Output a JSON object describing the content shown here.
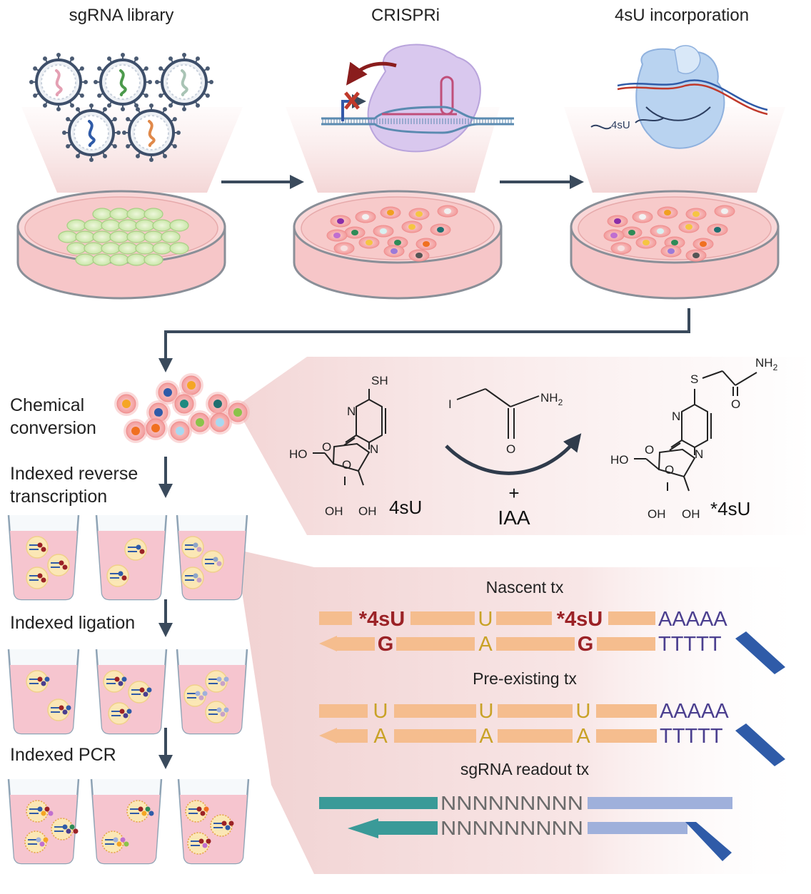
{
  "steps": {
    "sgrna_library": "sgRNA library",
    "crispri": "CRISPRi",
    "incorporation": "4sU incorporation",
    "chemical_conversion": [
      "Chemical",
      "conversion"
    ],
    "indexed_rt": [
      "Indexed reverse",
      "transcription"
    ],
    "indexed_ligation": "Indexed ligation",
    "indexed_pcr": "Indexed PCR"
  },
  "polymerase_label": "4sU",
  "chemistry": {
    "reactant_name": "4sU",
    "product_name": "*4sU",
    "reagent": "IAA",
    "plus": "+",
    "atoms": {
      "sh": "SH",
      "s": "S",
      "n": "N",
      "o": "O",
      "ho": "HO",
      "oh": "OH",
      "i": "I",
      "nh2": "NH",
      "sub2": "2"
    }
  },
  "transcripts": {
    "nascent": {
      "title": "Nascent tx",
      "top": [
        "*4sU",
        "U",
        "*4sU"
      ],
      "bottom": [
        "G",
        "A",
        "G"
      ],
      "polya": "AAAAA",
      "polyt": "TTTTT"
    },
    "preexisting": {
      "title": "Pre-existing tx",
      "top": [
        "U",
        "U",
        "U"
      ],
      "bottom": [
        "A",
        "A",
        "A"
      ],
      "polya": "AAAAA",
      "polyt": "TTTTT"
    },
    "sgrna": {
      "title": "sgRNA readout tx",
      "barcode_top": "NNNNNNNNN",
      "barcode_bottom": "NNNNNNNNN"
    }
  },
  "colors": {
    "arrow": "#3a4a5c",
    "dish_pink": "#f6c6c8",
    "strand": "#f5bd8e",
    "modified": "#9b2226",
    "uridine": "#c9a227",
    "polya": "#4b3f8f",
    "teal": "#3a9a98",
    "lavender": "#9fb0db",
    "adapter": "#2f5ba8"
  }
}
